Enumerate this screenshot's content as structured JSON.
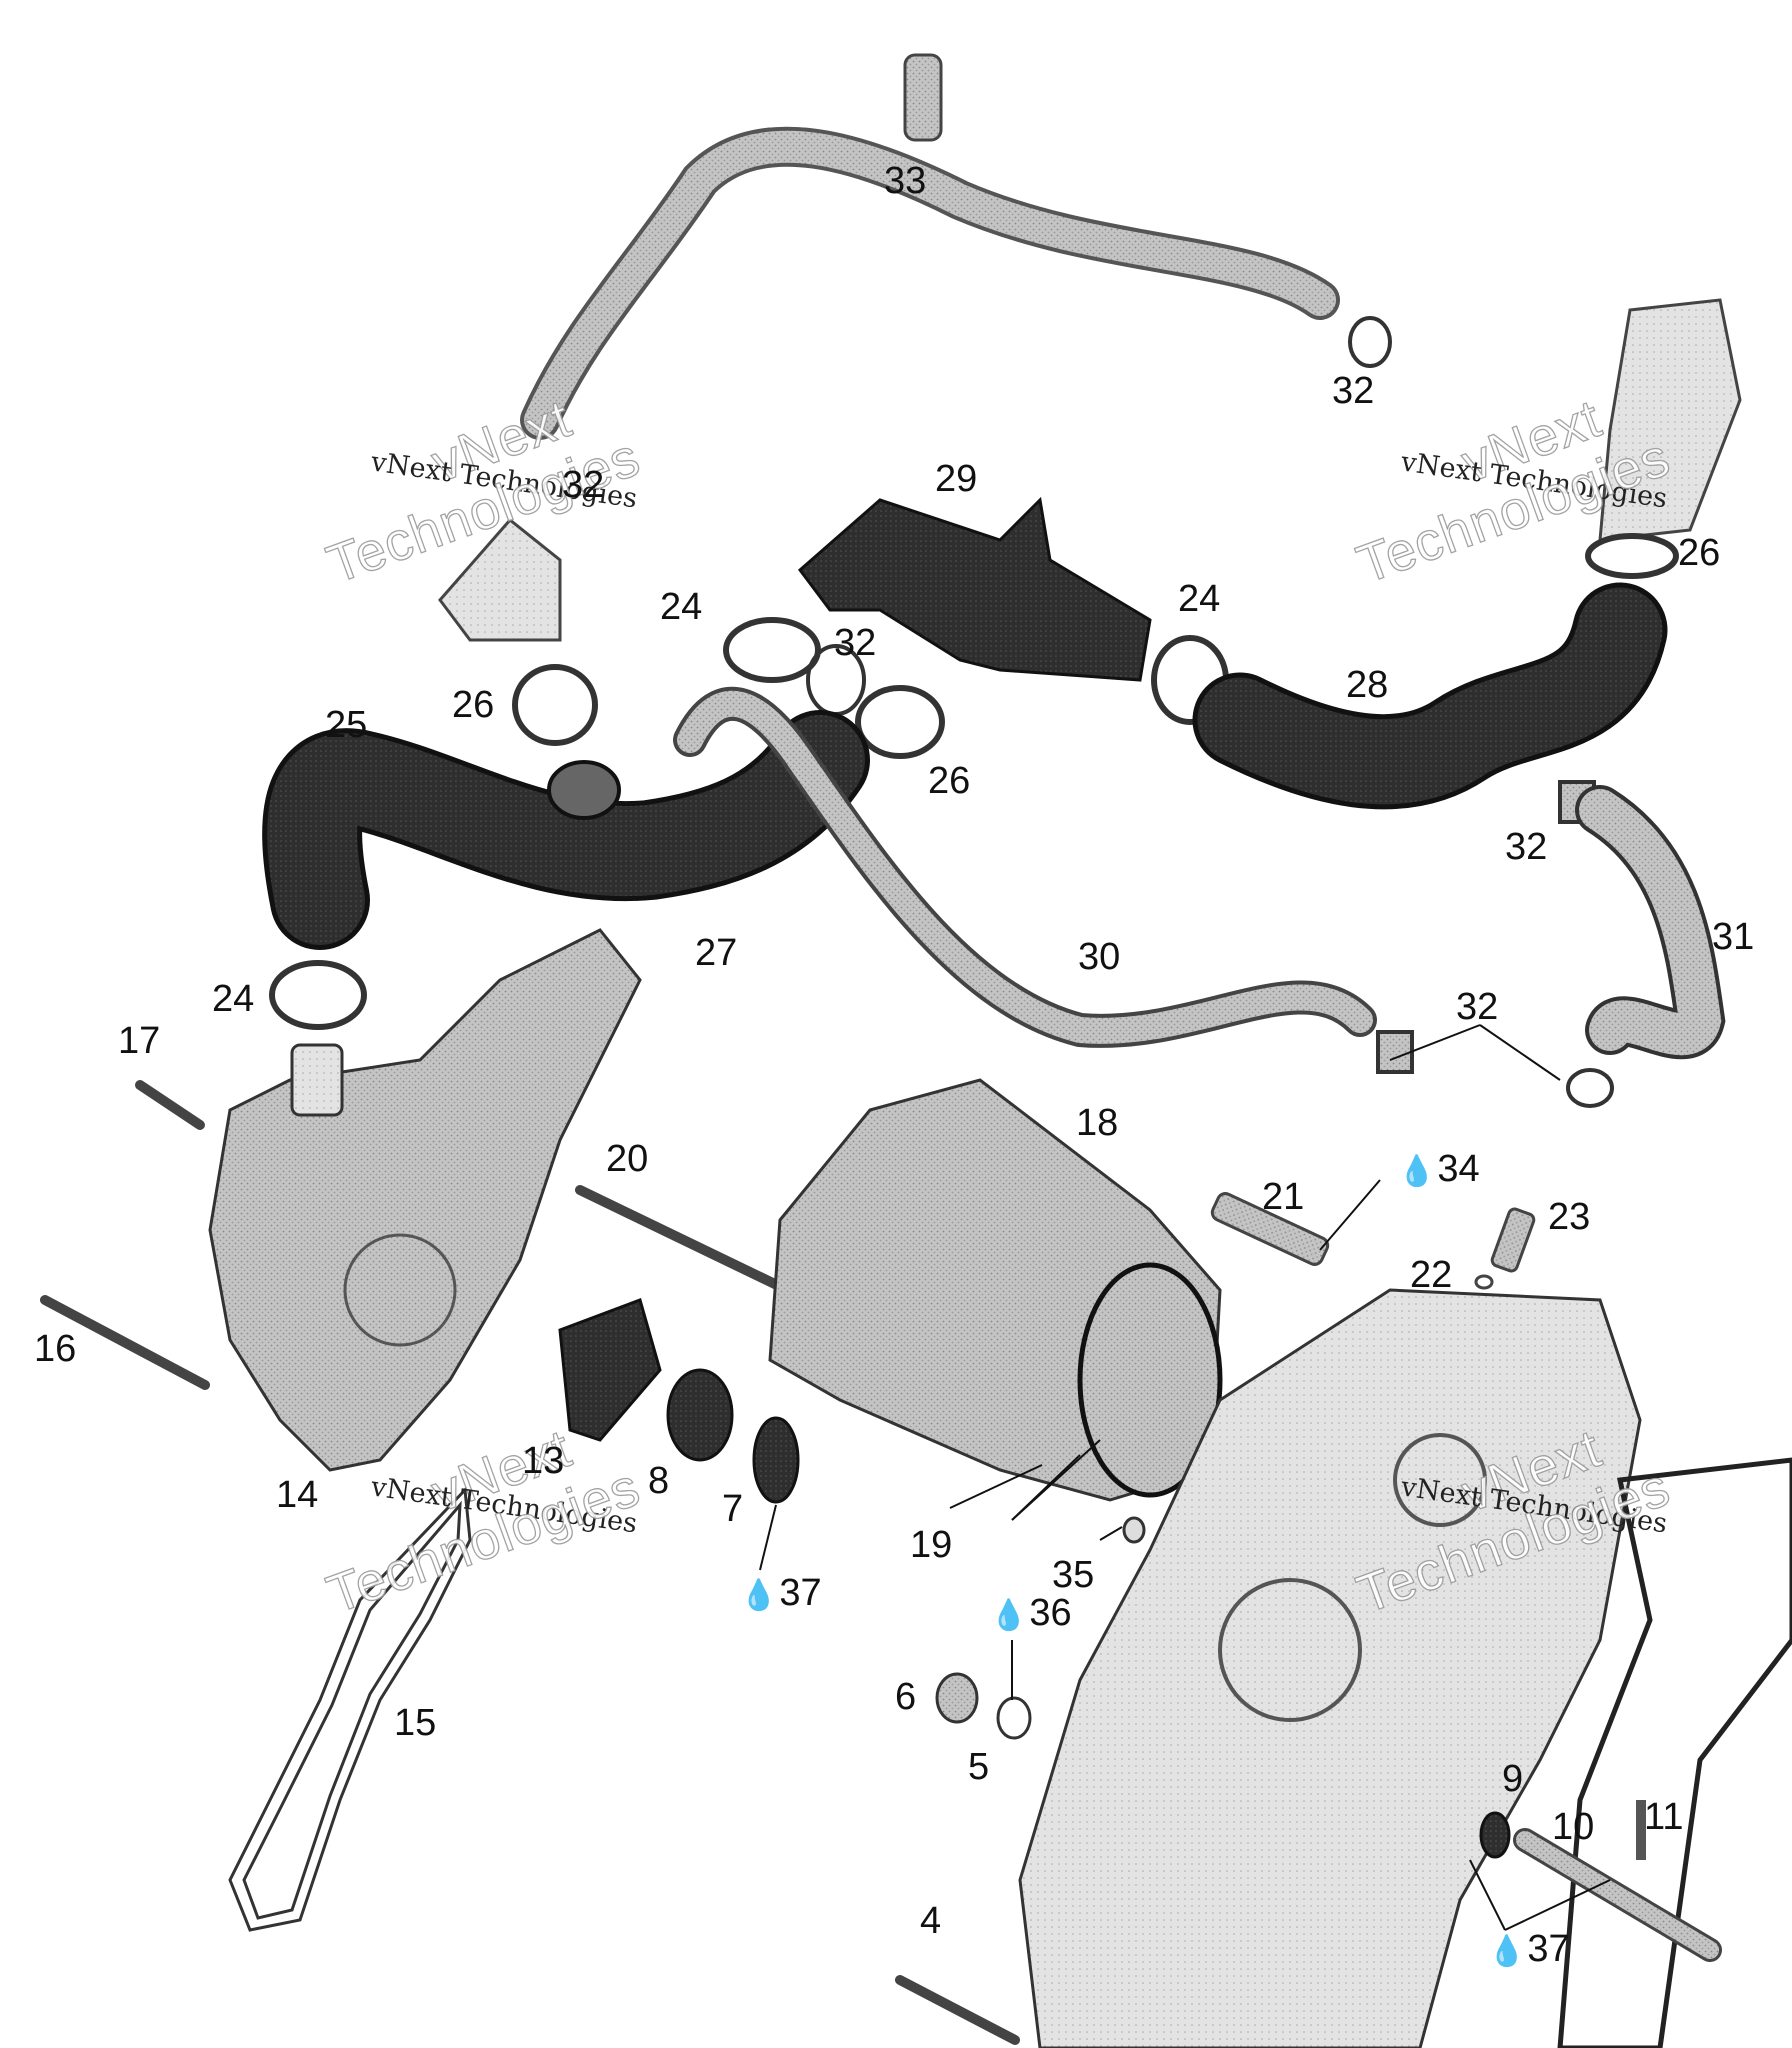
{
  "diagram": {
    "watermarks": [
      {
        "brand": "vNext",
        "line1": "vNext Technologies",
        "line2": "Technologies"
      },
      {
        "brand": "vNext",
        "line1": "vNext Technologies",
        "line2": "Technologies"
      },
      {
        "brand": "vNext",
        "line1": "vNext Technologies",
        "line2": "Technologies"
      },
      {
        "brand": "vNext",
        "line1": "vNext Technologies",
        "line2": "Technologies"
      }
    ],
    "callouts": [
      {
        "id": "c33",
        "text": "33"
      },
      {
        "id": "c32a",
        "text": "32"
      },
      {
        "id": "c32b",
        "text": "32"
      },
      {
        "id": "c29",
        "text": "29"
      },
      {
        "id": "c26a",
        "text": "26"
      },
      {
        "id": "c24a",
        "text": "24"
      },
      {
        "id": "c32c",
        "text": "32"
      },
      {
        "id": "c24b",
        "text": "24"
      },
      {
        "id": "c26b",
        "text": "26"
      },
      {
        "id": "c25",
        "text": "25"
      },
      {
        "id": "c28",
        "text": "28"
      },
      {
        "id": "c26c",
        "text": "26"
      },
      {
        "id": "c32d",
        "text": "32"
      },
      {
        "id": "c31",
        "text": "31"
      },
      {
        "id": "c27",
        "text": "27"
      },
      {
        "id": "c30",
        "text": "30"
      },
      {
        "id": "c24c",
        "text": "24"
      },
      {
        "id": "c32e",
        "text": "32"
      },
      {
        "id": "c17",
        "text": "17"
      },
      {
        "id": "c18",
        "text": "18"
      },
      {
        "id": "c20",
        "text": "20"
      },
      {
        "id": "c34",
        "text": "34",
        "oil": true
      },
      {
        "id": "c21",
        "text": "21"
      },
      {
        "id": "c23",
        "text": "23"
      },
      {
        "id": "c22",
        "text": "22"
      },
      {
        "id": "c16",
        "text": "16"
      },
      {
        "id": "c13",
        "text": "13"
      },
      {
        "id": "c8",
        "text": "8"
      },
      {
        "id": "c14",
        "text": "14"
      },
      {
        "id": "c7",
        "text": "7"
      },
      {
        "id": "c19",
        "text": "19"
      },
      {
        "id": "c37a",
        "text": "37",
        "oil": true
      },
      {
        "id": "c35",
        "text": "35"
      },
      {
        "id": "c36",
        "text": "36",
        "oil": true
      },
      {
        "id": "c15",
        "text": "15"
      },
      {
        "id": "c6",
        "text": "6"
      },
      {
        "id": "c5",
        "text": "5"
      },
      {
        "id": "c9",
        "text": "9"
      },
      {
        "id": "c11",
        "text": "11"
      },
      {
        "id": "c10",
        "text": "10"
      },
      {
        "id": "c4",
        "text": "4"
      },
      {
        "id": "c37b",
        "text": "37",
        "oil": true
      }
    ],
    "colors": {
      "part_light": "#bdbdbd",
      "part_mid": "#8f8f8f",
      "part_dark": "#2b2b2b",
      "line": "#111111"
    }
  }
}
